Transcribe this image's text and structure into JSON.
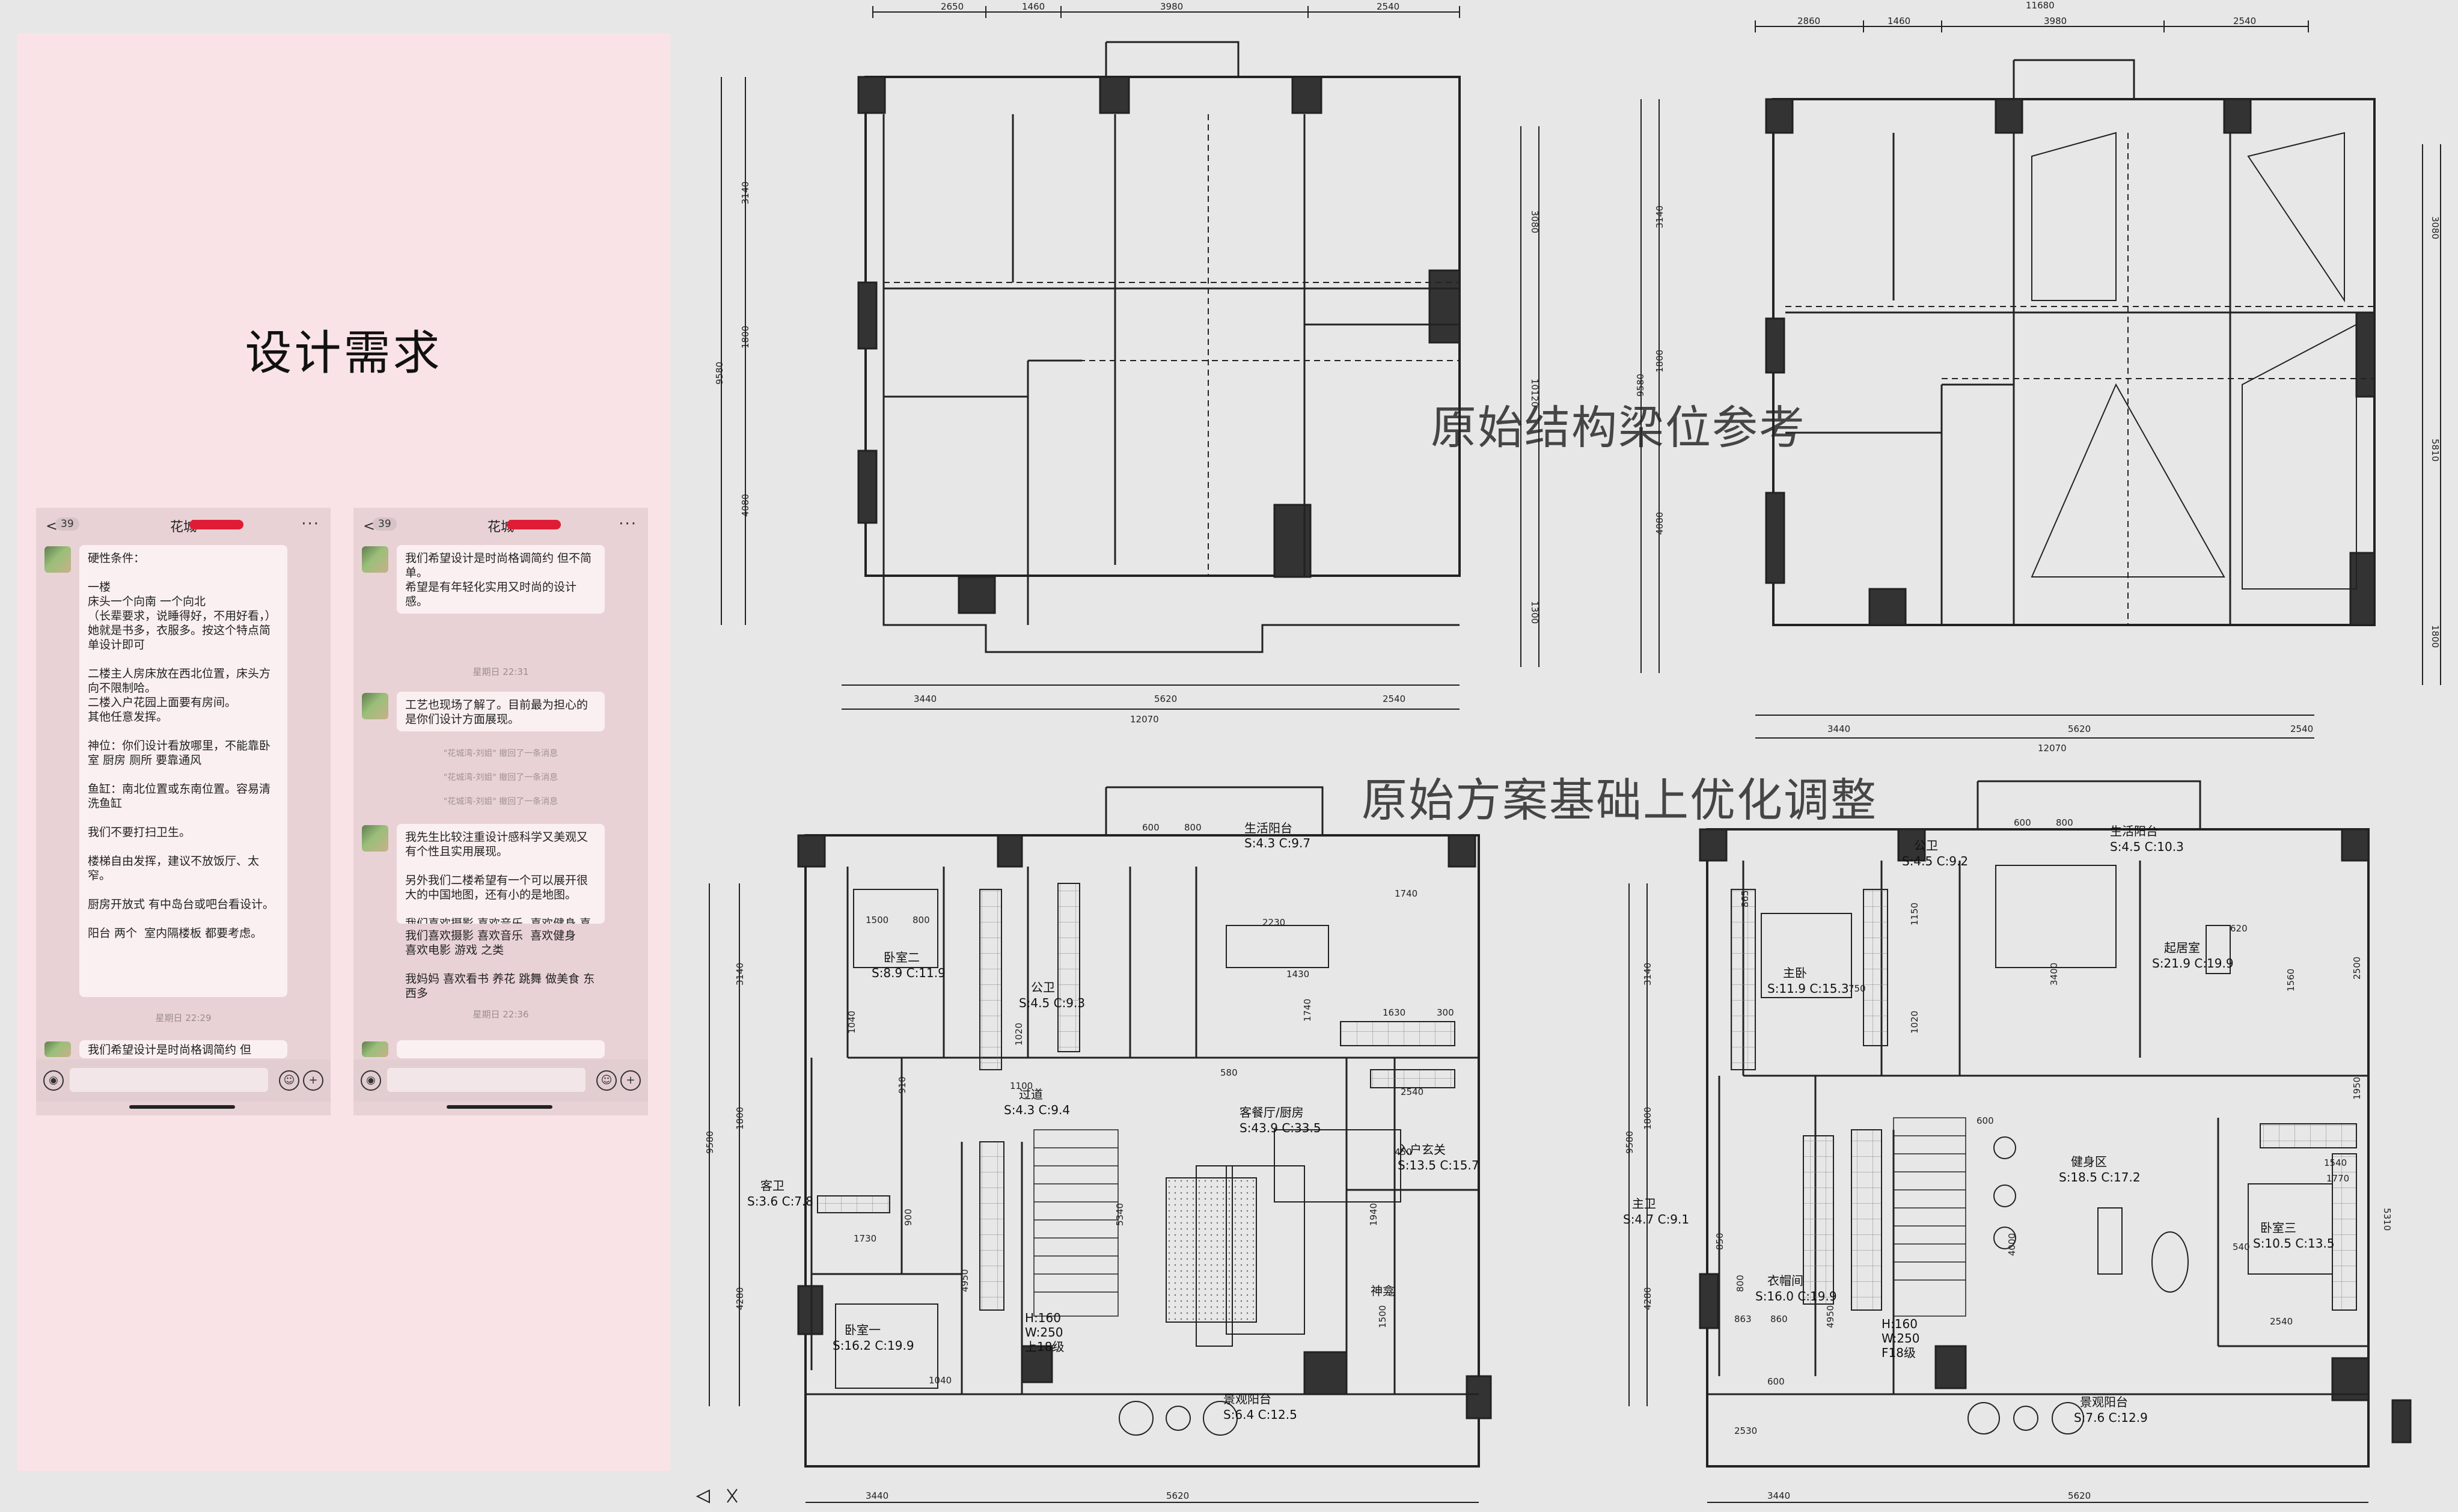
{
  "left_panel": {
    "title": "设计需求",
    "chat_left": {
      "back": "<",
      "badge": "39",
      "title": "花城",
      "more": "···",
      "message": "硬性条件：\n\n一楼\n床头一个向南 一个向北\n（长辈要求，说睡得好，不用好看，）\n她就是书多，衣服多。按这个特点简单设计即可\n\n二楼主人房床放在西北位置，床头方向不限制哈。\n二楼入户花园上面要有房间。\n其他任意发挥。\n\n神位：你们设计看放哪里，不能靠卧室 厨房 厕所 要靠通风\n\n鱼缸：南北位置或东南位置。容易清洗鱼缸\n\n我们不要打扫卫生。\n\n楼梯自由发挥，建议不放饭厅、太窄。\n\n厨房开放式 有中岛台或吧台看设计。\n\n阳台 两个  室内隔楼板 都要考虑。",
      "time": "星期日 22:29",
      "partial": "我们希望设计是时尚格调简约 但"
    },
    "chat_right": {
      "back": "<",
      "badge": "39",
      "title": "花城",
      "more": "···",
      "msg1": "我们希望设计是时尚格调简约 但不简单。\n希望是有年轻化实用又时尚的设计感。",
      "time1": "星期日 22:31",
      "msg2": "工艺也现场了解了。目前最为担心的是你们设计方面展现。",
      "sys1": "\"花城湾-刘姐\" 撤回了一条消息",
      "sys2": "\"花城湾-刘姐\" 撤回了一条消息",
      "sys3": "\"花城湾-刘姐\" 撤回了一条消息",
      "msg3": "我先生比较注重设计感科学又美观又有个性且实用展现。\n\n另外我们二楼希望有一个可以展开很大的中国地图，还有小的是地图。\n\n我们喜欢摄影 喜欢音乐  喜欢健身 喜欢看书 养花 跳舞 做美食 东西多",
      "msg3b": "我们喜欢摄影 喜欢音乐  喜欢健身\n喜欢电影 游戏 之类\n\n我妈妈 喜欢看书 养花 跳舞 做美食 东西多",
      "time2": "星期日 22:36"
    }
  },
  "labels": {
    "structure": "原始结构梁位参考",
    "optimize": "原始方案基础上优化调整"
  },
  "plan1": {
    "dims_top": [
      "2650",
      "1460",
      "3980",
      "2540"
    ],
    "dims_bottom": [
      "3440",
      "5620",
      "2540"
    ],
    "total_bottom": "12070",
    "dims_left": [
      "3140",
      "1800",
      "4080"
    ],
    "left_total": "9580",
    "dims_right": [
      "3080",
      "10120",
      "1300"
    ]
  },
  "plan2": {
    "dims_top": [
      "2860",
      "1460",
      "3980",
      "2540"
    ],
    "total_top": "11680",
    "dims_bottom": [
      "3440",
      "5620",
      "2540"
    ],
    "total_bottom": "12070",
    "dims_left": [
      "3140",
      "1800",
      "4080"
    ],
    "left_total": "9580",
    "dims_right": [
      "3080",
      "5810",
      "1800"
    ]
  },
  "plan3": {
    "rooms": [
      {
        "name": "生活阳台",
        "area": "S:4.3 C:9.7"
      },
      {
        "name": "卧室二",
        "area": "S:8.9 C:11.9"
      },
      {
        "name": "公卫",
        "area": "S:4.5 C:9.3"
      },
      {
        "name": "过道",
        "area": "S:4.3 C:9.4"
      },
      {
        "name": "客餐厅/厨房",
        "area": "S:43.9 C:33.5"
      },
      {
        "name": "入户玄关",
        "area": "S:13.5 C:15.7"
      },
      {
        "name": "客卫",
        "area": "S:3.6 C:7.8"
      },
      {
        "name": "卧室一",
        "area": "S:16.2 C:19.9"
      },
      {
        "name": "景观阳台",
        "area": "S:6.4 C:12.5"
      },
      {
        "name": "神龛",
        "area": ""
      }
    ],
    "stair_note": "H:160\nW:250\n上18级",
    "dims": [
      "600",
      "800",
      "1740",
      "2230",
      "1430",
      "1630",
      "300",
      "2540",
      "1500",
      "800",
      "1040",
      "580",
      "1100",
      "1740",
      "1020",
      "910",
      "450",
      "1730",
      "900",
      "4950",
      "5340",
      "1940",
      "1500",
      "1040"
    ],
    "dims_left": [
      "3140",
      "1800",
      "4280"
    ],
    "left_total": "9580",
    "dims_bottom": [
      "3440",
      "5620"
    ]
  },
  "plan4": {
    "rooms": [
      {
        "name": "公卫",
        "area": "S:4.5 C:9.2"
      },
      {
        "name": "生活阳台",
        "area": "S:4.5 C:10.3"
      },
      {
        "name": "主卧",
        "area": "S:11.9 C:15.3"
      },
      {
        "name": "起居室",
        "area": "S:21.9 C:19.9"
      },
      {
        "name": "健身区",
        "area": "S:18.5 C:17.2"
      },
      {
        "name": "主卫",
        "area": "S:4.7 C:9.1"
      },
      {
        "name": "衣帽间",
        "area": "S:16.0 C:19.9"
      },
      {
        "name": "卧室三",
        "area": "S:10.5 C:13.5"
      },
      {
        "name": "景观阳台",
        "area": "S:7.6 C:12.9"
      }
    ],
    "stair_note": "H:160\nW:250\nF18级",
    "dims": [
      "600",
      "800",
      "865",
      "750",
      "1150",
      "1020",
      "3400",
      "620",
      "1560",
      "2500",
      "1540",
      "1770",
      "1950",
      "540",
      "2540",
      "600",
      "4950",
      "4000",
      "850",
      "800",
      "863",
      "860",
      "600",
      "2530"
    ],
    "dims_left": [
      "3140",
      "1800",
      "4280"
    ],
    "left_total": "9580",
    "dims_right": [
      "5310"
    ],
    "dims_bottom": [
      "3440",
      "5620"
    ]
  }
}
